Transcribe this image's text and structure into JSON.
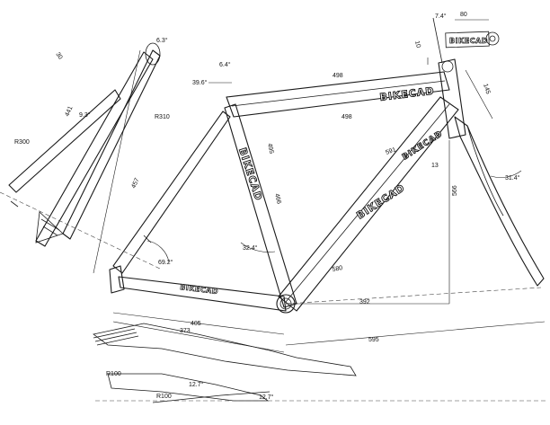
{
  "drawing": {
    "brand_text": "BIKECAD",
    "dimensions": {
      "top_tube_upper": "498",
      "top_tube_lower": "498",
      "seat_tube_upper": "495",
      "seat_tube_lower": "466",
      "down_tube_upper": "591",
      "down_tube_lower": "580",
      "head_offset": "13",
      "stack_height": "566",
      "reach": "392",
      "front_center": "595",
      "chainstay_a": "405",
      "chainstay_b": "373",
      "stem_length": "80",
      "head_tube": "145",
      "spacer": "10",
      "seatpost": "457",
      "saddle_rail": "441",
      "saddle_nose": "30"
    },
    "angles": {
      "stem_angle": "7.4°",
      "seat_angle_top": "6.4°",
      "seat_offset_angle": "39.6°",
      "saddle_angle": "6.3°",
      "saddle_rail_angle": "9.3°",
      "fork_angle": "31.4°",
      "seat_tube_angle": "32.4°",
      "seatstay_angle": "69.2°",
      "dropout_angle_a": "12.7°",
      "dropout_angle_b": "12.7°"
    },
    "radii": {
      "saddle_radius": "R310",
      "saddle_curve": "R300",
      "dropout_radius_top": "R100",
      "dropout_radius_bottom": "R100"
    },
    "colors": {
      "line": "#1a1a1a",
      "background": "#ffffff"
    }
  }
}
